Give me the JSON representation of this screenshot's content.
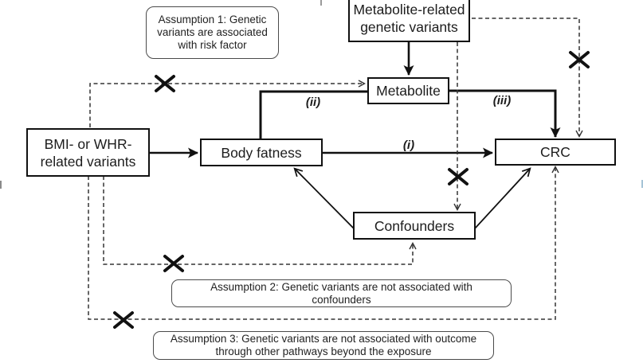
{
  "diagram": {
    "nodes": {
      "met_variants": {
        "lines": [
          "Metabolite-related",
          "genetic variants"
        ]
      },
      "bmi_variants": {
        "lines": [
          "BMI- or WHR-",
          "related variants"
        ]
      },
      "body_fatness": {
        "lines": [
          "Body fatness"
        ]
      },
      "metabolite": {
        "lines": [
          "Metabolite"
        ]
      },
      "crc": {
        "lines": [
          "CRC"
        ]
      },
      "confounders": {
        "lines": [
          "Confounders"
        ]
      }
    },
    "assumptions": {
      "a1": {
        "lines": [
          "Assumption 1: Genetic",
          "variants are associated",
          "with risk factor"
        ]
      },
      "a2": {
        "lines": [
          "Assumption 2: Genetic variants are not associated with",
          "confounders"
        ]
      },
      "a3": {
        "lines": [
          "Assumption 3: Genetic variants are not associated with outcome",
          "through other pathways beyond the exposure"
        ]
      }
    },
    "path_labels": {
      "i": "(i)",
      "ii": "(ii)",
      "iii": "(iii)"
    }
  },
  "colors": {
    "background": "#ffffff",
    "solid_line": "#111111",
    "dashed_line": "#333333",
    "node_border": "#111111",
    "assumption_border": "#4a4a4a"
  }
}
